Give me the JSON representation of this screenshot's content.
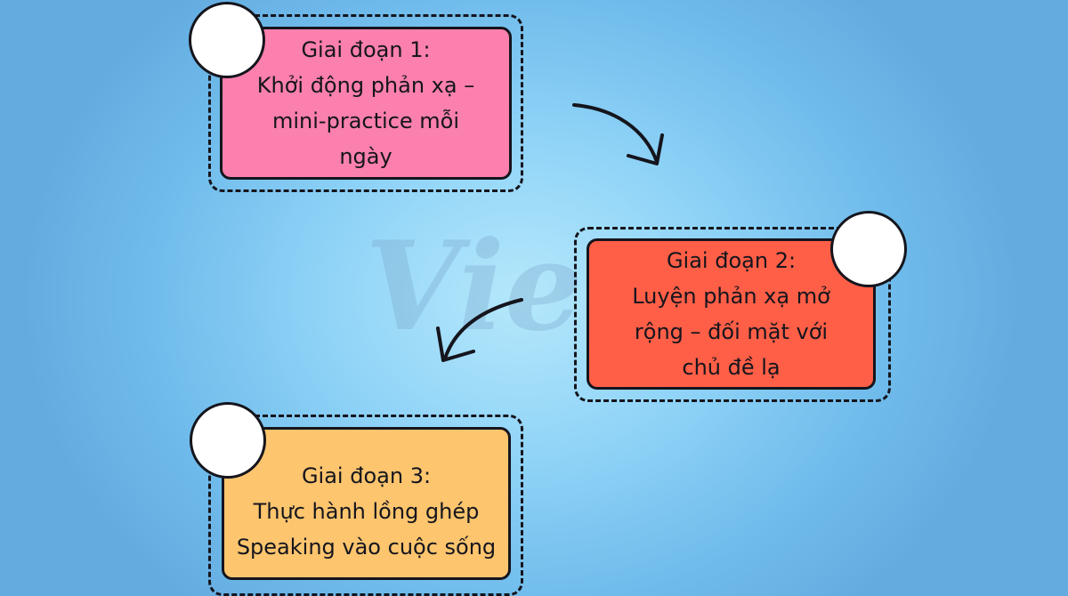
{
  "watermark": {
    "text": "Vietop"
  },
  "stages": [
    {
      "title": "Giai đoạn 1:",
      "lines": [
        "Khởi động phản xạ –",
        "mini-practice mỗi",
        "ngày"
      ],
      "color": "#fb80ad"
    },
    {
      "title": "Giai đoạn 2:",
      "lines": [
        "Luyện phản xạ mở",
        "rộng – đối mặt với",
        "chủ đề lạ"
      ],
      "color": "#ff5f47"
    },
    {
      "title": "Giai đoạn 3:",
      "lines": [
        "Thực hành lồng ghép",
        "Speaking vào cuộc sống"
      ],
      "color": "#fcc56e"
    }
  ],
  "colors": {
    "background": "#8fd3f7",
    "outline": "#15151d",
    "circle": "#ffffff"
  }
}
